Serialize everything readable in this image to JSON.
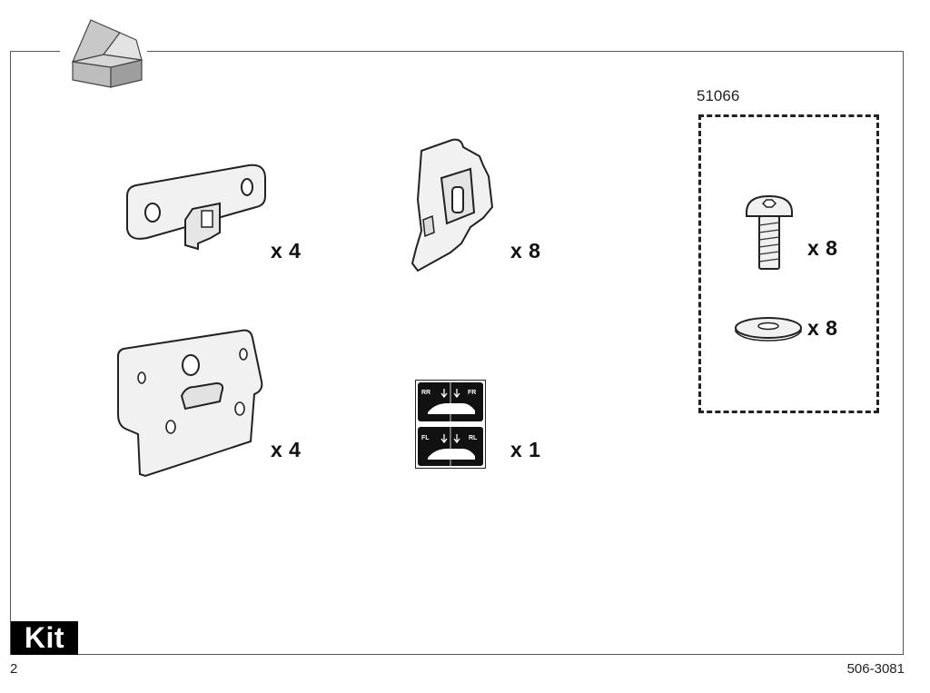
{
  "header": {
    "box_icon": "open-box-icon"
  },
  "parts": [
    {
      "name": "bracket-plate",
      "qty": "x 4"
    },
    {
      "name": "clip",
      "qty": "x 8"
    },
    {
      "name": "hinge-plate",
      "qty": "x 4"
    },
    {
      "name": "position-decal",
      "qty": "x 1"
    }
  ],
  "decal_labels": {
    "rr": "RR",
    "fr": "FR",
    "fl": "FL",
    "rl": "RL"
  },
  "kit_box": {
    "number": "51066",
    "items": [
      {
        "name": "screw",
        "qty": "x 8"
      },
      {
        "name": "washer",
        "qty": "x 8"
      }
    ]
  },
  "footer": {
    "badge": "Kit",
    "page": "2",
    "doc": "506-3081"
  }
}
